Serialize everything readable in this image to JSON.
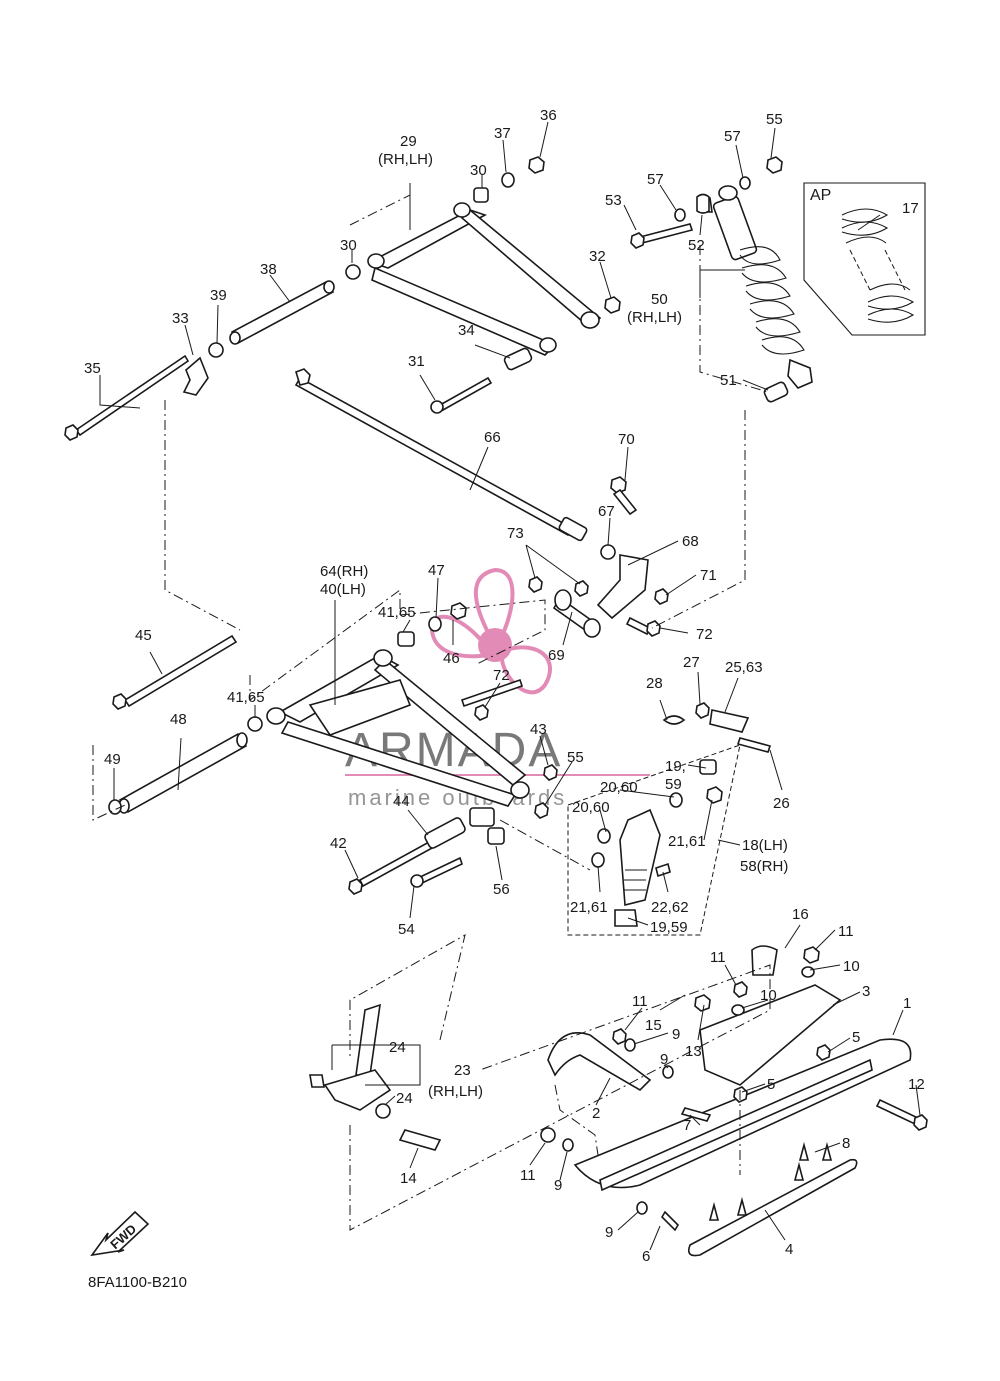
{
  "diagram": {
    "part_code": "8FA1100-B210",
    "fwd_label": "FWD",
    "ap_label": "AP",
    "watermark": {
      "brand": "ARMADA",
      "tagline": "marine outboards"
    },
    "callouts": [
      {
        "id": "c1",
        "text": "1"
      },
      {
        "id": "c2",
        "text": "2"
      },
      {
        "id": "c3",
        "text": "3"
      },
      {
        "id": "c4",
        "text": "4"
      },
      {
        "id": "c5a",
        "text": "5"
      },
      {
        "id": "c5b",
        "text": "5"
      },
      {
        "id": "c6",
        "text": "6"
      },
      {
        "id": "c7",
        "text": "7"
      },
      {
        "id": "c8",
        "text": "8"
      },
      {
        "id": "c9a",
        "text": "9"
      },
      {
        "id": "c9b",
        "text": "9"
      },
      {
        "id": "c9c",
        "text": "9"
      },
      {
        "id": "c9d",
        "text": "9"
      },
      {
        "id": "c10a",
        "text": "10"
      },
      {
        "id": "c10b",
        "text": "10"
      },
      {
        "id": "c11a",
        "text": "11"
      },
      {
        "id": "c11b",
        "text": "11"
      },
      {
        "id": "c11c",
        "text": "11"
      },
      {
        "id": "c11d",
        "text": "11"
      },
      {
        "id": "c12",
        "text": "12"
      },
      {
        "id": "c13",
        "text": "13"
      },
      {
        "id": "c14",
        "text": "14"
      },
      {
        "id": "c15",
        "text": "15"
      },
      {
        "id": "c16",
        "text": "16"
      },
      {
        "id": "c17",
        "text": "17"
      },
      {
        "id": "c18",
        "text": "18(LH)"
      },
      {
        "id": "c58",
        "text": "58(RH)"
      },
      {
        "id": "c19a",
        "text": "19,"
      },
      {
        "id": "c19b",
        "text": "59"
      },
      {
        "id": "c19c",
        "text": "19,59"
      },
      {
        "id": "c2060a",
        "text": "20,60"
      },
      {
        "id": "c2060b",
        "text": "20,60"
      },
      {
        "id": "c2161a",
        "text": "21,61"
      },
      {
        "id": "c2161b",
        "text": "21,61"
      },
      {
        "id": "c2262",
        "text": "22,62"
      },
      {
        "id": "c23",
        "text": "23"
      },
      {
        "id": "c23s",
        "text": "(RH,LH)"
      },
      {
        "id": "c24a",
        "text": "24"
      },
      {
        "id": "c24b",
        "text": "24"
      },
      {
        "id": "c2563",
        "text": "25,63"
      },
      {
        "id": "c26",
        "text": "26"
      },
      {
        "id": "c27",
        "text": "27"
      },
      {
        "id": "c28",
        "text": "28"
      },
      {
        "id": "c29",
        "text": "29"
      },
      {
        "id": "c29s",
        "text": "(RH,LH)"
      },
      {
        "id": "c30a",
        "text": "30"
      },
      {
        "id": "c30b",
        "text": "30"
      },
      {
        "id": "c31",
        "text": "31"
      },
      {
        "id": "c32",
        "text": "32"
      },
      {
        "id": "c33",
        "text": "33"
      },
      {
        "id": "c34",
        "text": "34"
      },
      {
        "id": "c35",
        "text": "35"
      },
      {
        "id": "c36",
        "text": "36"
      },
      {
        "id": "c37",
        "text": "37"
      },
      {
        "id": "c38",
        "text": "38"
      },
      {
        "id": "c39",
        "text": "39"
      },
      {
        "id": "c64",
        "text": "64(RH)"
      },
      {
        "id": "c40",
        "text": "40(LH)"
      },
      {
        "id": "c4165a",
        "text": "41,65"
      },
      {
        "id": "c4165b",
        "text": "41,65"
      },
      {
        "id": "c42",
        "text": "42"
      },
      {
        "id": "c43",
        "text": "43"
      },
      {
        "id": "c44",
        "text": "44"
      },
      {
        "id": "c45",
        "text": "45"
      },
      {
        "id": "c46",
        "text": "46"
      },
      {
        "id": "c47",
        "text": "47"
      },
      {
        "id": "c48",
        "text": "48"
      },
      {
        "id": "c49",
        "text": "49"
      },
      {
        "id": "c50",
        "text": "50"
      },
      {
        "id": "c50s",
        "text": "(RH,LH)"
      },
      {
        "id": "c51",
        "text": "51"
      },
      {
        "id": "c52",
        "text": "52"
      },
      {
        "id": "c53",
        "text": "53"
      },
      {
        "id": "c54",
        "text": "54"
      },
      {
        "id": "c55a",
        "text": "55"
      },
      {
        "id": "c55b",
        "text": "55"
      },
      {
        "id": "c56",
        "text": "56"
      },
      {
        "id": "c57a",
        "text": "57"
      },
      {
        "id": "c57b",
        "text": "57"
      },
      {
        "id": "c66",
        "text": "66"
      },
      {
        "id": "c67",
        "text": "67"
      },
      {
        "id": "c68",
        "text": "68"
      },
      {
        "id": "c69",
        "text": "69"
      },
      {
        "id": "c70",
        "text": "70"
      },
      {
        "id": "c71",
        "text": "71"
      },
      {
        "id": "c72a",
        "text": "72"
      },
      {
        "id": "c72b",
        "text": "72"
      },
      {
        "id": "c73",
        "text": "73"
      }
    ]
  }
}
